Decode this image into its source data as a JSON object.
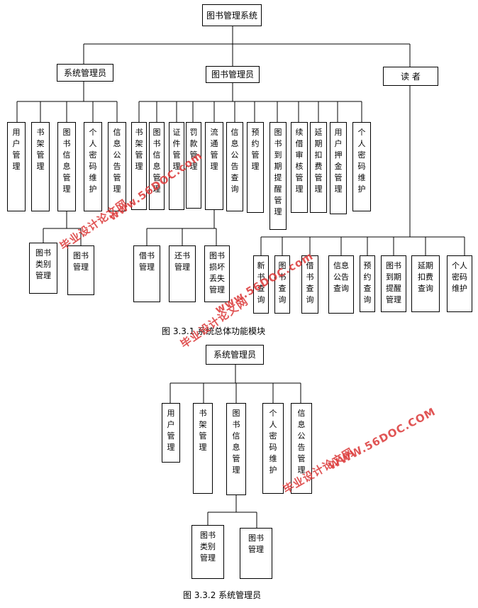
{
  "diagram1": {
    "root": "图书管理系统",
    "sysadmin": "系统管理员",
    "librarian": "图书管理员",
    "reader": "读 者",
    "sysadmin_children": [
      "用户管理",
      "书架管理",
      "图书信息管理",
      "个人密码维护",
      "信息公告管理"
    ],
    "sysadmin_book_children": [
      "图书类别管理",
      "图书管理"
    ],
    "librarian_children": [
      "书架管理",
      "图书信息管理",
      "证件管理",
      "罚款管理",
      "流通管理",
      "信息公告查询",
      "预约管理",
      "图书到期提醒管理",
      "续借审核管理",
      "延期扣费管理",
      "用户押金管理",
      "个人密码维护"
    ],
    "circulation_children": [
      "借书管理",
      "还书管理",
      "图书损坏丢失管理"
    ],
    "reader_children": [
      "新书查询",
      "图书查询",
      "借书查询",
      "信息公告查询",
      "预约查询",
      "图书到期提醒管理",
      "延期扣费查询",
      "个人密码维护"
    ],
    "caption": "图 3.3.1  系统总体功能模块"
  },
  "diagram2": {
    "root": "系统管理员",
    "children": [
      "用户管理",
      "书架管理",
      "图书信息管理",
      "个人密码维护",
      "信息公告管理"
    ],
    "book_children": [
      "图书类别管理",
      "图书管理"
    ],
    "caption": "图 3.3.2  系统管理员"
  },
  "watermark": {
    "site": "www.56DOC.com",
    "site_upper": "WWW.56DOC.COM",
    "name": "毕业设计论文网",
    "color": "#dc3c3c"
  }
}
